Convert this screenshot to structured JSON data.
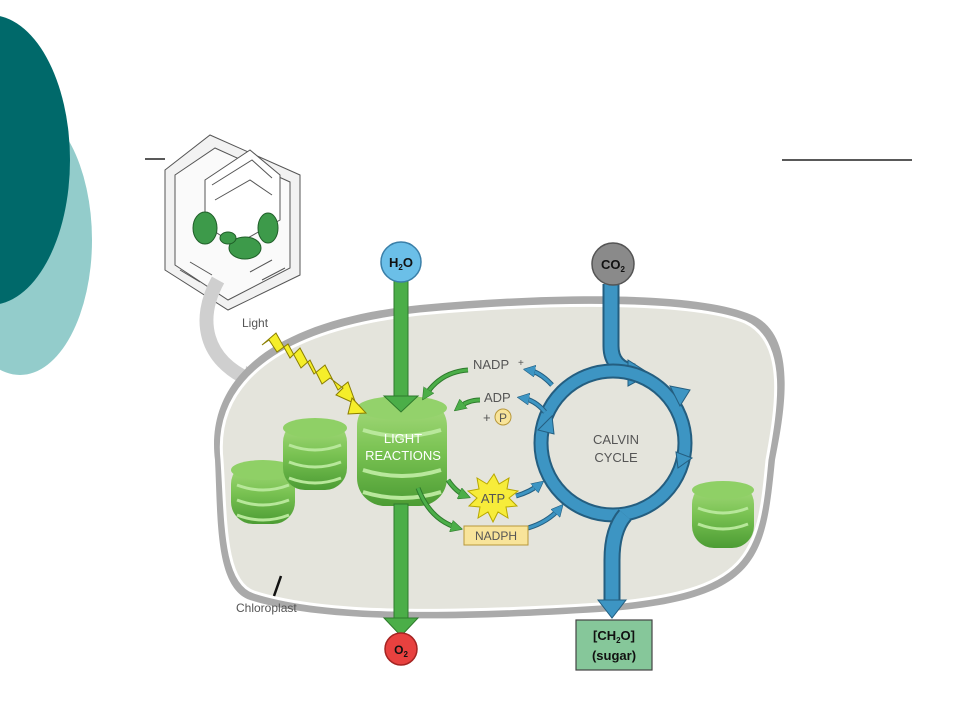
{
  "labels": {
    "light": "Light",
    "chloroplast": "Chloroplast",
    "light_reactions_line1": "LIGHT",
    "light_reactions_line2": "REACTIONS",
    "calvin_line1": "CALVIN",
    "calvin_line2": "CYCLE",
    "nadp_plus": "NADP",
    "plus_sign": "+",
    "adp": "ADP",
    "adp_plus": "+",
    "phosphate": "P",
    "atp": "ATP",
    "nadph": "NADPH"
  },
  "molecules": {
    "water": {
      "main": "H",
      "sub": "2",
      "tail": "O"
    },
    "carbon_dioxide": {
      "main": "CO",
      "sub": "2"
    },
    "oxygen": {
      "main": "O",
      "sub": "2"
    },
    "sugar": {
      "line1_pre": "[CH",
      "line1_sub": "2",
      "line1_post": "O]",
      "line2": "(sugar)"
    }
  },
  "colors": {
    "slide_teal_dark": "#00696a",
    "slide_teal_light": "#93cccb",
    "chloroplast_fill": "#e4e4dc",
    "green_arrow": "#4bae48",
    "blue_arrow": "#3d95c3",
    "water_circle": "#6bbfe8",
    "co2_circle": "#8a8a8a",
    "o2_circle": "#e8413f",
    "sugar_box": "#86c79a",
    "atp_star": "#f7ec3a",
    "nadph_box": "#f8e49a",
    "light_bolt": "#f5ee2a"
  }
}
